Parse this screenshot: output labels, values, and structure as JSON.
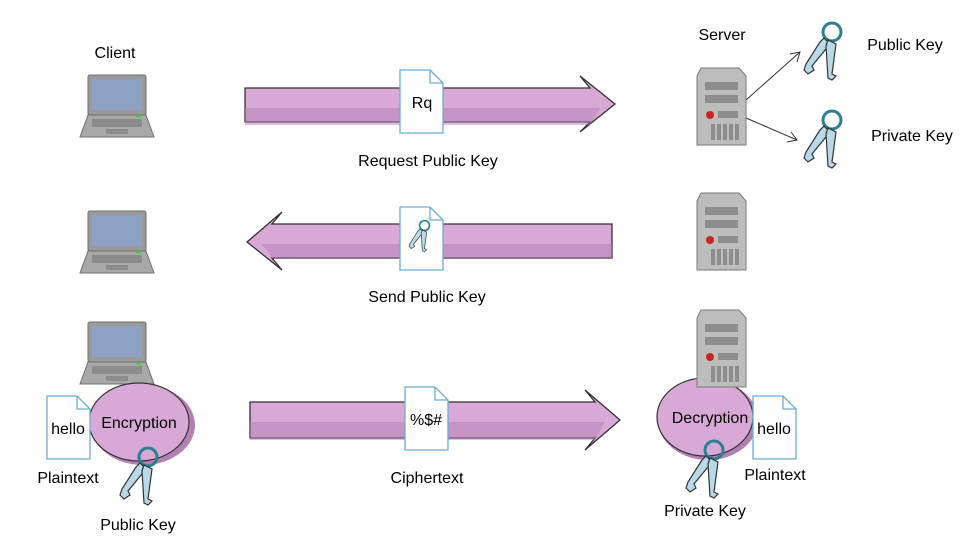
{
  "colors": {
    "arrow_fill": "#d8a9d6",
    "arrow_dark": "#b47fb2",
    "screen": "#8ea2c6",
    "key": "#b9d8e8",
    "ring": "#2a7f95",
    "server": "#b8b8b8",
    "doc_border": "#6aaed0"
  },
  "labels": {
    "client": "Client",
    "server": "Server",
    "public_key": "Public Key",
    "private_key": "Private Key",
    "request_public_key": "Request Public Key",
    "send_public_key": "Send Public Key",
    "ciphertext": "Ciphertext",
    "plaintext_left": "Plaintext",
    "plaintext_right": "Plaintext",
    "public_key_bottom": "Public Key",
    "private_key_bottom": "Private Key"
  },
  "documents": {
    "request": "Rq",
    "cipher": "%$#",
    "hello_left": "hello",
    "hello_right": "hello"
  },
  "nodes": {
    "encryption": "Encryption",
    "decryption": "Decryption"
  }
}
